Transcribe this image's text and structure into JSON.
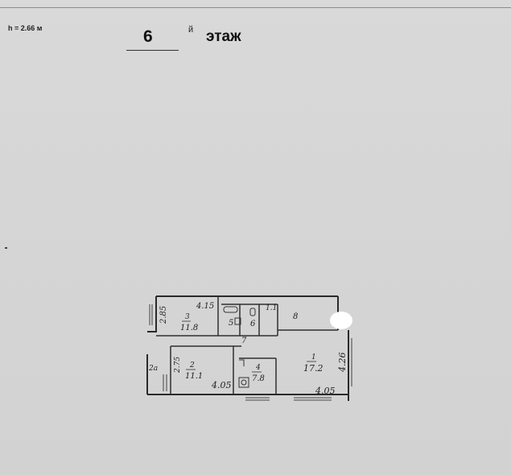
{
  "header": {
    "ceiling_height": "h = 2.66 м",
    "floor_number": "6",
    "floor_suffix": "й",
    "floor_word": "этаж"
  },
  "plan": {
    "dims": {
      "top_left_width": "4.15",
      "left_height_top": "2.85",
      "top_right_width": "1.1",
      "left_height_mid": "2.75",
      "bottom_mid_width": "4.05",
      "bottom_right_width": "4.05",
      "right_height": "4.26"
    },
    "rooms": {
      "r1_num": "1",
      "r1_area": "17.2",
      "r2_num": "2",
      "r2_area": "11.1",
      "r3_num": "3",
      "r3_area": "11.8",
      "r4_num": "4",
      "r4_area": "7.8",
      "r5_num": "5",
      "r6_num": "6",
      "r7_num": "7",
      "r8_num": "8",
      "r2a_num": "2a"
    }
  }
}
